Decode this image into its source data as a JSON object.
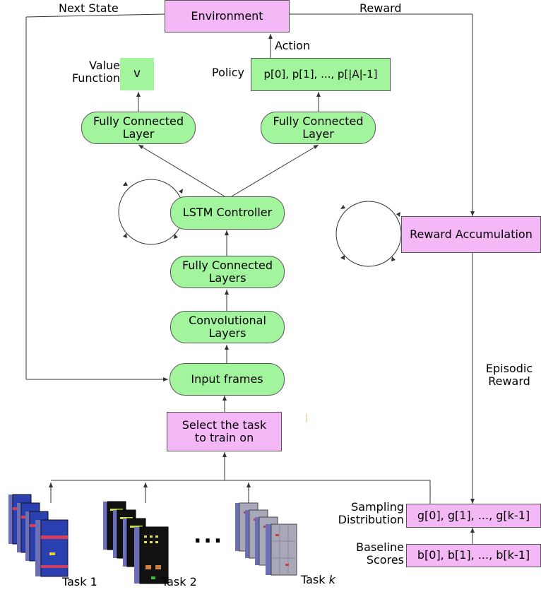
{
  "nodes": {
    "environment": "Environment",
    "value_box": "v",
    "policy_box": "p[0], p[1], ..., p[|A|-1]",
    "fc_left": "Fully Connected Layer",
    "fc_right": "Fully Connected Layer",
    "lstm": "LSTM Controller",
    "fc_layers": "Fully Connected Layers",
    "conv": "Convolutional Layers",
    "input_frames": "Input frames",
    "select_task": "Select the task to train on",
    "reward_acc": "Reward Accumulation",
    "sampling_box": "g[0], g[1], ..., g[k-1]",
    "baseline_box": "b[0], b[1], ..., b[k-1]"
  },
  "labels": {
    "next_state": "Next State",
    "reward": "Reward",
    "action": "Action",
    "value_function": "Value Function",
    "policy": "Policy",
    "episodic_reward": "Episodic Reward",
    "sampling_distribution": "Sampling Distribution",
    "baseline_scores": "Baseline Scores",
    "ellipsis": "...",
    "task1": "Task 1",
    "task2": "Task 2",
    "taskk_prefix": "Task ",
    "taskk_var": "k"
  },
  "colors": {
    "pink_box": "#f3b8f5",
    "green_box": "#a2f59c",
    "line": "#333333",
    "task1_screen": "#2a3fb0",
    "task2_screen": "#111111",
    "taskk_screen": "#a8a8b8",
    "frame_side": "#6b6fb8"
  }
}
